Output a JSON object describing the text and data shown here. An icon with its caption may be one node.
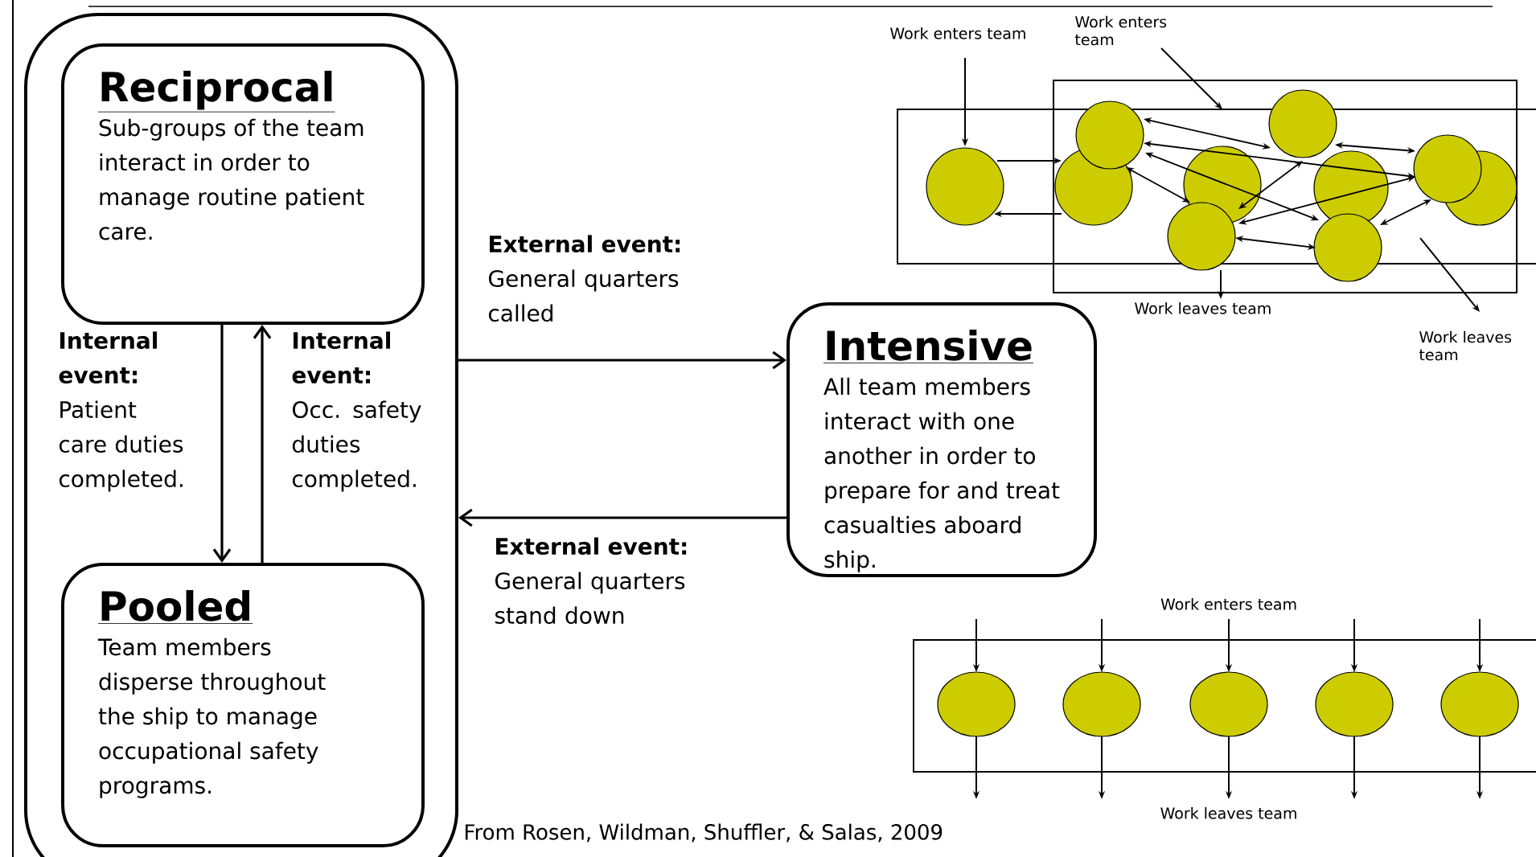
{
  "diagram": {
    "caption": "From Rosen, Wildman, Shuffler, & Salas, 2009",
    "nodes": [
      {
        "text": [],
        "shape": "box"
      },
      {
        "text": [
          "Reciprocal",
          "Sub-groups of the team interact in order to manage routine patient care."
        ],
        "in": 0
      },
      {
        "text": [
          "Pooled",
          "Team members disperse throughout the ship to manage occupational safety programs."
        ],
        "in": 0
      },
      {
        "text": [
          "Intensive",
          "All team members interact with one another in order to prepare for and treat casualties aboard ship."
        ]
      }
    ],
    "edges": [
      {
        "from": 1,
        "to": 2,
        "arrow": "to",
        "label": "**Internal event:** Patient care duties completed."
      },
      {
        "from": 2,
        "to": 1,
        "arrow": "to",
        "label": "**Internal event:** Occ. safety duties completed."
      },
      {
        "from": 0,
        "to": 3,
        "arrow": "to",
        "label": "**External event:** General quarters called"
      },
      {
        "from": 3,
        "to": 0,
        "arrow": "to",
        "label": "**External event:** General quarters stand down"
      }
    ],
    "labels": [
      "Work enters team",
      "Work enters team",
      "Work leaves team",
      "Work leaves team",
      "Work enters team",
      "Work leaves team"
    ]
  }
}
